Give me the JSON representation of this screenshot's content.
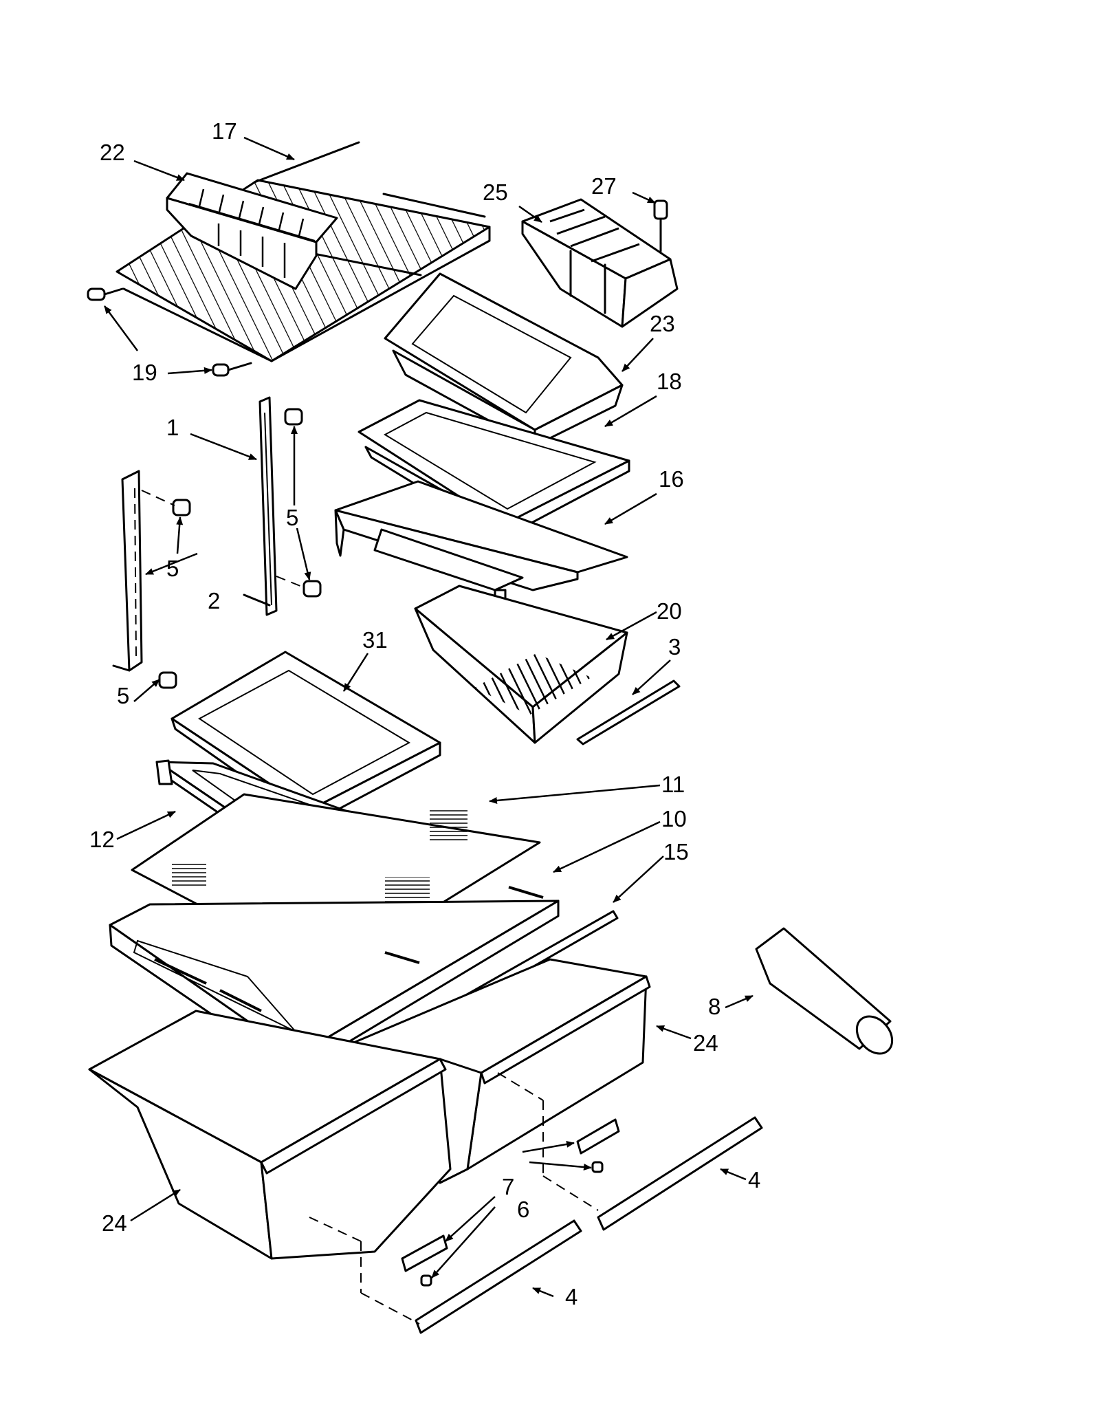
{
  "callouts": [
    {
      "id": "c17",
      "text": "17"
    },
    {
      "id": "c22",
      "text": "22"
    },
    {
      "id": "c25",
      "text": "25"
    },
    {
      "id": "c27",
      "text": "27"
    },
    {
      "id": "c23",
      "text": "23"
    },
    {
      "id": "c19",
      "text": "19"
    },
    {
      "id": "c18",
      "text": "18"
    },
    {
      "id": "c1",
      "text": "1"
    },
    {
      "id": "c16",
      "text": "16"
    },
    {
      "id": "c5a",
      "text": "5"
    },
    {
      "id": "c5b",
      "text": "5"
    },
    {
      "id": "c2",
      "text": "2"
    },
    {
      "id": "c20",
      "text": "20"
    },
    {
      "id": "c31",
      "text": "31"
    },
    {
      "id": "c3",
      "text": "3"
    },
    {
      "id": "c5c",
      "text": "5"
    },
    {
      "id": "c11",
      "text": "11"
    },
    {
      "id": "c10",
      "text": "10"
    },
    {
      "id": "c12",
      "text": "12"
    },
    {
      "id": "c15",
      "text": "15"
    },
    {
      "id": "c8",
      "text": "8"
    },
    {
      "id": "c24a",
      "text": "24"
    },
    {
      "id": "c4a",
      "text": "4"
    },
    {
      "id": "c7",
      "text": "7"
    },
    {
      "id": "c6",
      "text": "6"
    },
    {
      "id": "c24b",
      "text": "24"
    },
    {
      "id": "c4b",
      "text": "4"
    }
  ]
}
